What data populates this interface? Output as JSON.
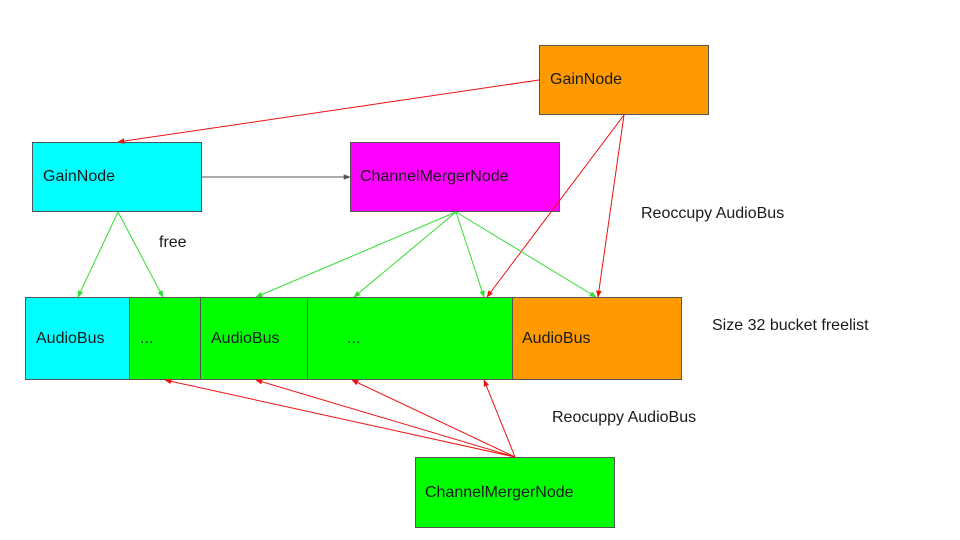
{
  "colors": {
    "cyan": "#00ffff",
    "magenta": "#ff00ff",
    "orange": "#ff9900",
    "green": "#00ff00",
    "arrow_red": "#ee1111",
    "arrow_green": "#33dd33",
    "arrow_gray": "#555555"
  },
  "nodes": {
    "gain_top": "GainNode",
    "gain_left": "GainNode",
    "merger_top": "ChannelMergerNode",
    "merger_bottom": "ChannelMergerNode"
  },
  "bucket": {
    "cells": [
      "AudioBus",
      "...",
      "AudioBus",
      "...",
      "AudioBus"
    ]
  },
  "labels": {
    "free": "free",
    "reoccupy_top": "Reoccupy AudioBus",
    "freelist": "Size 32 bucket freelist",
    "reoccupy_bottom": "Reocuppy AudioBus"
  }
}
